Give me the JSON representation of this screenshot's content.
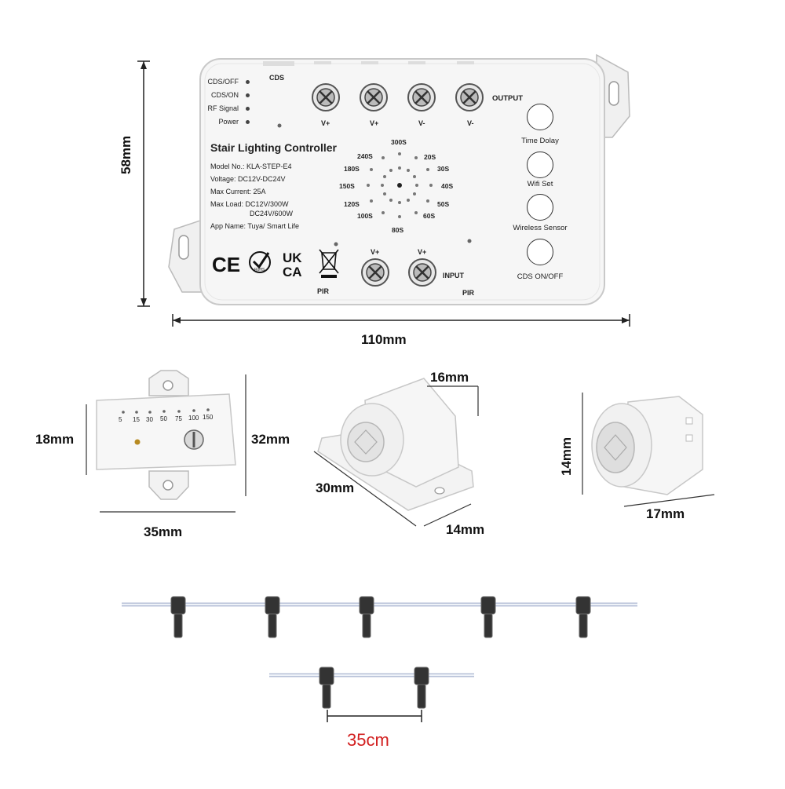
{
  "dimensions": {
    "controller_height": "58mm",
    "controller_width": "110mm",
    "sensor_box_inner_height": "18mm",
    "sensor_box_height": "32mm",
    "sensor_box_width": "35mm",
    "pir_mount_top": "16mm",
    "pir_mount_length": "30mm",
    "pir_mount_depth": "14mm",
    "round_sensor_height": "14mm",
    "round_sensor_width": "17mm",
    "cable_spacing": "35cm"
  },
  "controller": {
    "title": "Stair Lighting Controller",
    "model": "Model No.: KLA-STEP-E4",
    "voltage": "Voltage: DC12V-DC24V",
    "max_current": "Max Current: 25A",
    "max_load_1": "Max Load: DC12V/300W",
    "max_load_2": "DC24V/600W",
    "app_name": "App Name: Tuya/ Smart Life",
    "status_leds": [
      "CDS/OFF",
      "CDS/ON",
      "RF Signal",
      "Power"
    ],
    "cds_label": "CDS",
    "output_label": "OUTPUT",
    "input_label": "INPUT",
    "pir_left": "PIR",
    "pir_right": "PIR",
    "output_terminals": [
      "V+",
      "V+",
      "V-",
      "V-"
    ],
    "input_terminals": [
      "V+",
      "V+"
    ],
    "timer_values": [
      "300S",
      "20S",
      "30S",
      "40S",
      "50S",
      "60S",
      "80S",
      "100S",
      "120S",
      "150S",
      "180S",
      "240S"
    ],
    "buttons": [
      "Time Dolay",
      "Wifi Set",
      "Wireless Sensor",
      "CDS ON/OFF"
    ],
    "marks": [
      "CE",
      "RoHS",
      "UK CA",
      "WEEE"
    ]
  },
  "sensor_box": {
    "scale": [
      "5",
      "15",
      "30",
      "50",
      "75",
      "100",
      "150"
    ]
  },
  "colors": {
    "accent_red": "#d21f1f",
    "device_body": "#f4f4f4",
    "outline": "#444444"
  }
}
